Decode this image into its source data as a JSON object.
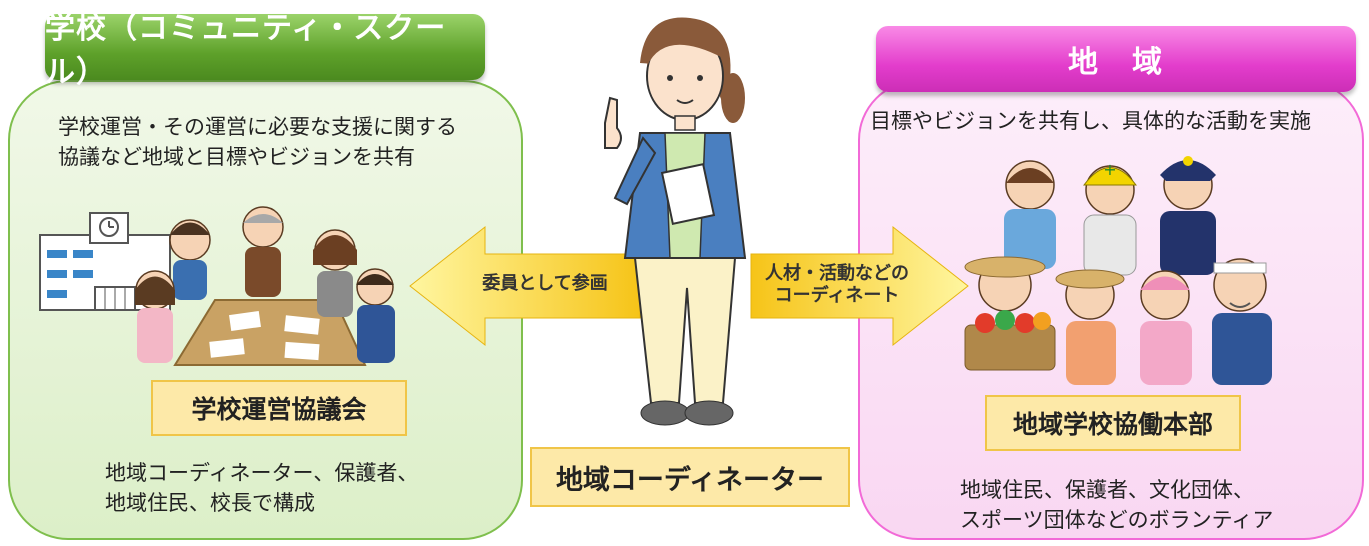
{
  "left": {
    "title": "学校（コミュニティ・スクール）",
    "description": "学校運営・その運営に必要な支援に関する\n協議など地域と目標やビジョンを共有",
    "council_label": "学校運営協議会",
    "members": "地域コーディネーター、保護者、\n地域住民、校長で構成"
  },
  "center": {
    "left_arrow_label": "委員として参画",
    "right_arrow_label": "人材・活動などの\nコーディネート",
    "coordinator_label": "地域コーディネーター"
  },
  "right": {
    "title": "地　域",
    "description": "目標やビジョンを共有し、具体的な活動を実施",
    "headquarters_label": "地域学校協働本部",
    "members": "地域住民、保護者、文化団体、\nスポーツ団体などのボランティア"
  }
}
